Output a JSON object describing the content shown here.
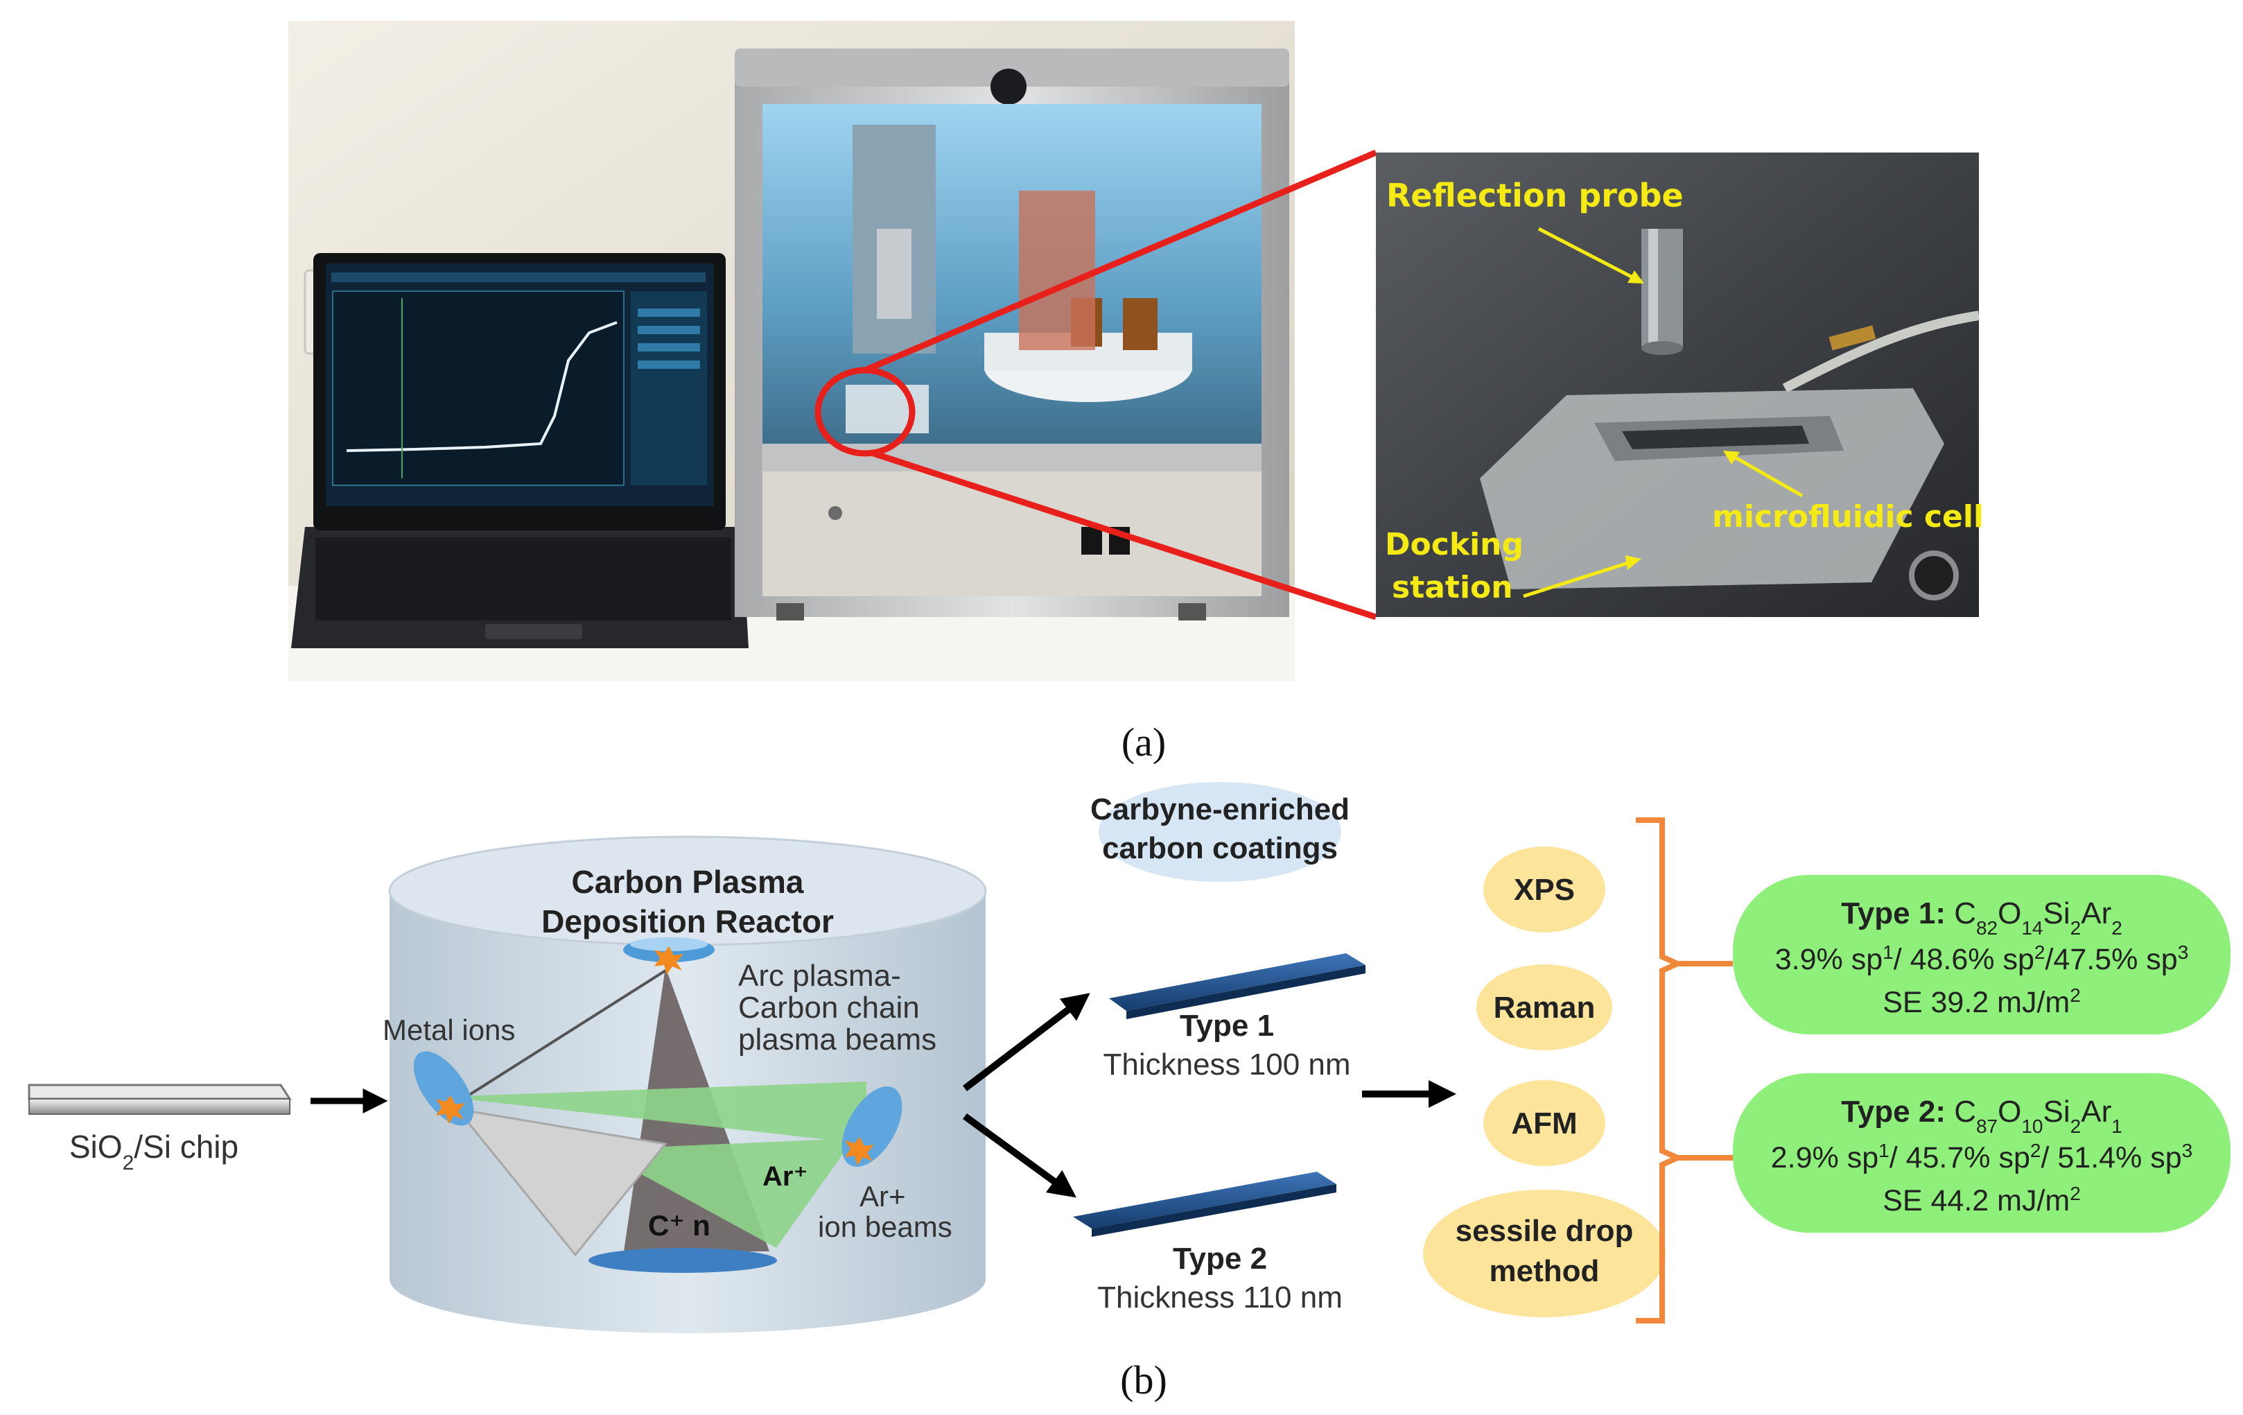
{
  "panel_a": {
    "caption": "(a)",
    "callouts": {
      "reflection_probe": "Reflection probe",
      "microfluidic_cell": "microfluidic cell",
      "docking_station_line1": "Docking",
      "docking_station_line2": "station"
    }
  },
  "panel_b": {
    "caption": "(b)",
    "substrate_label": "SiO2/Si chip",
    "reactor": {
      "title_line1": "Carbon Plasma",
      "title_line2": "Deposition Reactor",
      "metal_ions": "Metal ions",
      "arc_line1": "Arc plasma-",
      "arc_line2": "Carbon chain",
      "arc_line3": "plasma beams",
      "ar_plus": "Ar⁺",
      "ar_beam_line1": "Ar+",
      "ar_beam_line2": "ion beams",
      "c_plus": "C⁺ n"
    },
    "coatings_bubble_line1": "Carbyne-enriched",
    "coatings_bubble_line2": "carbon coatings",
    "type1": {
      "name": "Type 1",
      "thickness": "Thickness 100 nm"
    },
    "type2": {
      "name": "Type 2",
      "thickness": "Thickness 110 nm"
    },
    "methods": [
      "XPS",
      "Raman",
      "AFM",
      "sessile drop",
      "method"
    ],
    "result1": {
      "title": "Type 1:",
      "formula": "C82O14Si2Ar2",
      "hybrid": "3.9% sp1/ 48.6% sp2/47.5% sp3",
      "se": "SE 39.2 mJ/m2"
    },
    "result2": {
      "title": "Type 2:",
      "formula": "C87O10Si2Ar1",
      "hybrid": "2.9% sp1/ 45.7% sp2/ 51.4% sp3",
      "se": "SE 44.2 mJ/m2"
    }
  },
  "colors": {
    "result_box": "#8ef07a",
    "method_bubble": "#fde49b",
    "coatings_bubble": "#d6e6f5",
    "bracket": "#f0873a",
    "callout_line": "#e8201c",
    "callout_text": "#f5ea13",
    "coating_strip": "#1f4f8c"
  }
}
